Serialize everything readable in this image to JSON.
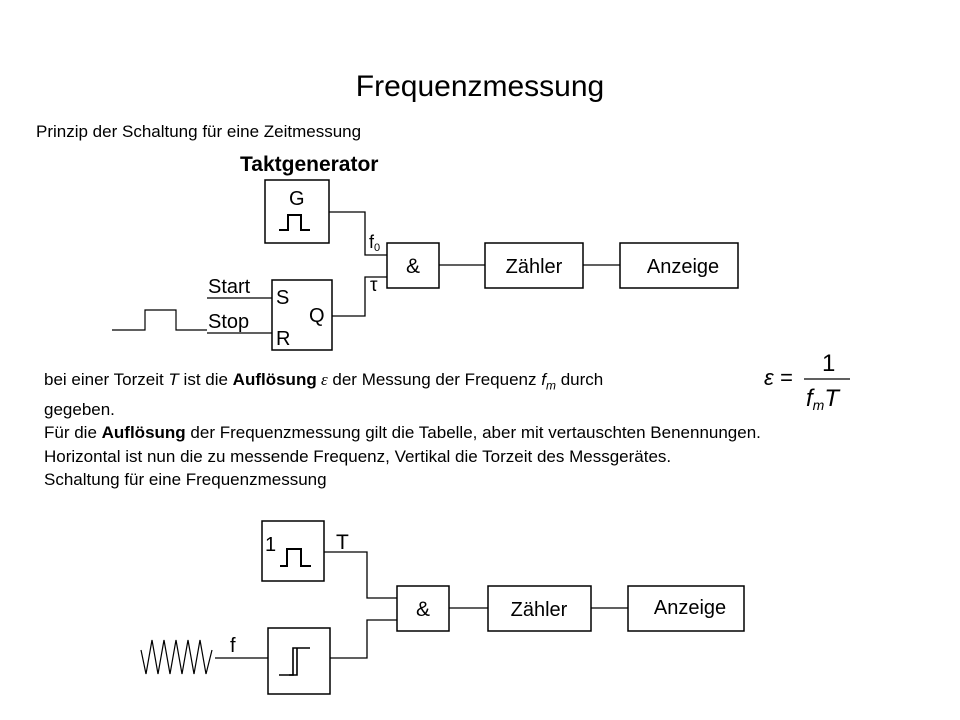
{
  "title": "Frequenzmessung",
  "subtitle": "Prinzip der Schaltung für eine Zeitmessung",
  "diagram1": {
    "label_generator": "Taktgenerator",
    "gen_letter": "G",
    "label_f0": "f",
    "label_f0_sub": "0",
    "label_tau": "τ",
    "label_start": "Start",
    "label_stop": "Stop",
    "ff_s": "S",
    "ff_r": "R",
    "ff_q": "Q",
    "and_label": "&",
    "counter_label": "Zähler",
    "display_label": "Anzeige"
  },
  "text": {
    "line1_a": "bei einer Torzeit ",
    "line1_T": "T",
    "line1_b": " ist die ",
    "line1_bold": "Auflösung",
    "line1_eps": " ε",
    "line1_c": " der Messung der Frequenz ",
    "line1_f": "f",
    "line1_m": "m",
    "line1_d": " durch",
    "line2": "gegeben.",
    "line3_a": "Für die ",
    "line3_bold": "Auflösung",
    "line3_b": " der Frequenzmessung gilt die Tabelle, aber mit vertauschten Benennungen.",
    "line4": "Horizontal ist nun die zu messende Frequenz, Vertikal die Torzeit des Messgerätes.",
    "line5": "Schaltung für eine Frequenzmessung"
  },
  "formula": {
    "lhs": "ε =",
    "numerator": "1",
    "den_f": "f",
    "den_m": "m",
    "den_T": "T"
  },
  "diagram2": {
    "gen_number": "1",
    "label_T": "T",
    "label_f": "f",
    "and_label": "&",
    "counter_label": "Zähler",
    "display_label": "Anzeige"
  }
}
